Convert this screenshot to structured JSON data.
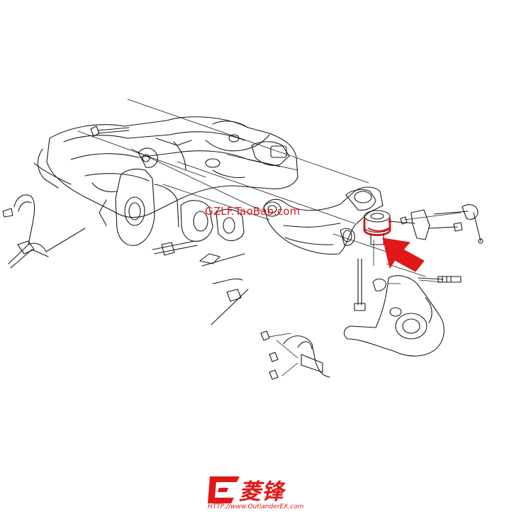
{
  "watermark": {
    "text": "GZLF.TaoBao.com",
    "color": "#e01818"
  },
  "brand": {
    "logo_text": "菱锋",
    "url": "HTTP://www.OutlanderEX.com",
    "color": "#e01818"
  },
  "highlight": {
    "color": "#e01818",
    "part": "upper-arm-ball-joint-bushing"
  },
  "icons": [
    "arrow-pointer-icon",
    "bushing-icon",
    "logo-mark-icon"
  ]
}
